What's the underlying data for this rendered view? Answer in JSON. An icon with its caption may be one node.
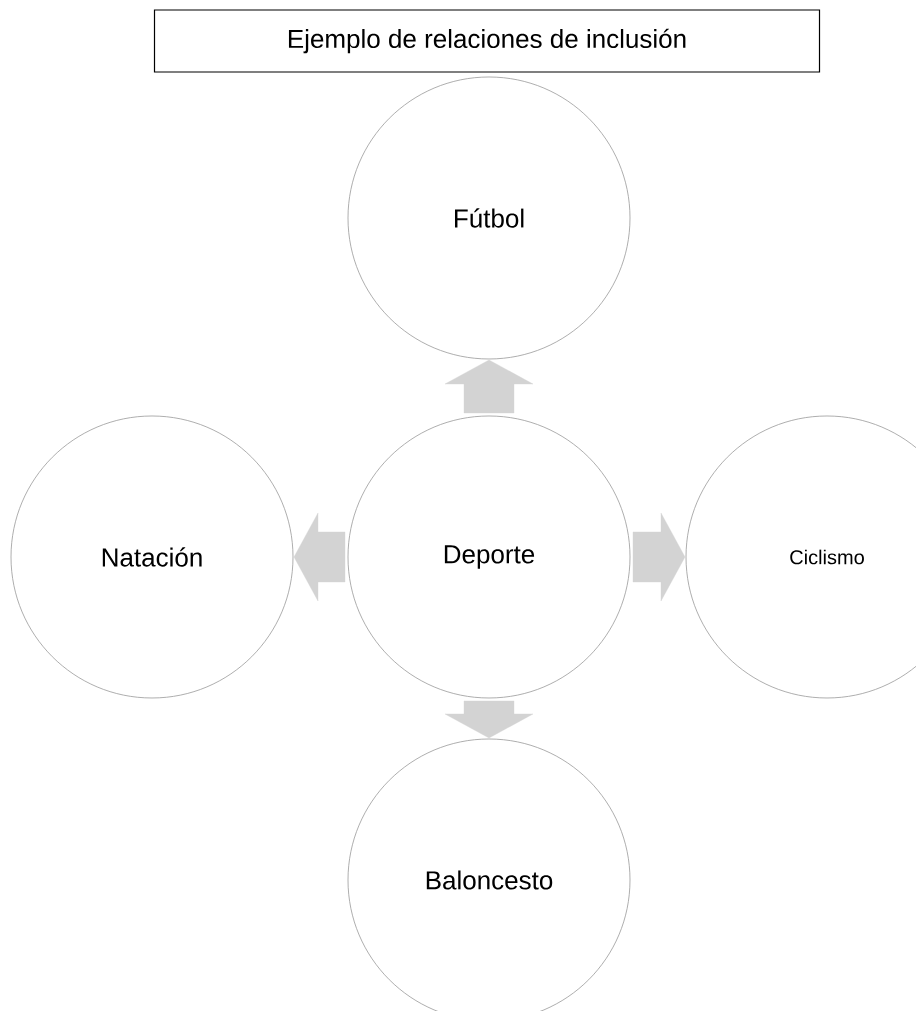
{
  "diagram": {
    "title": "Ejemplo de relaciones de inclusión",
    "nodes": [
      {
        "text": [
          "Fútbol"
        ]
      },
      {
        "text": [
          "Natación"
        ]
      },
      {
        "text": [
          "Deporte"
        ]
      },
      {
        "text": [
          "Ciclismo"
        ]
      },
      {
        "text": [
          "Baloncesto"
        ]
      }
    ],
    "edges": [
      {
        "from": 2,
        "to": 0,
        "arrow": "to"
      },
      {
        "from": 2,
        "to": 1,
        "arrow": "to"
      },
      {
        "from": 2,
        "to": 3,
        "arrow": "to"
      },
      {
        "from": 2,
        "to": 4,
        "arrow": "to"
      }
    ]
  }
}
